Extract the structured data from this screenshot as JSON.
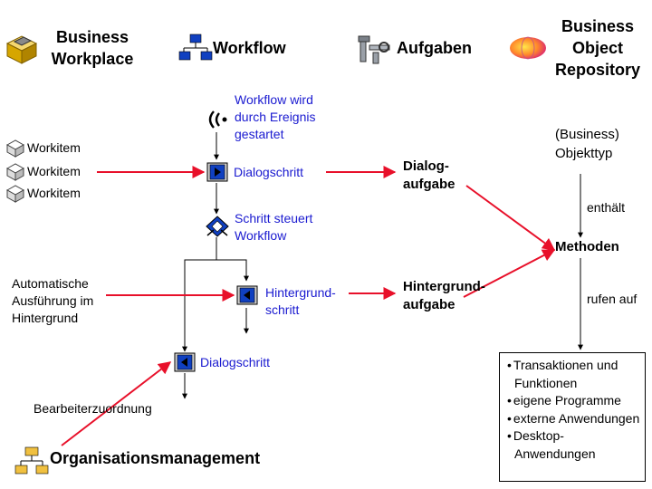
{
  "headers": {
    "business_workplace": [
      "Business",
      "Workplace"
    ],
    "workflow": "Workflow",
    "aufgaben": "Aufgaben",
    "bor": [
      "Business",
      "Object",
      "Repository"
    ]
  },
  "workitems": [
    "Workitem",
    "Workitem",
    "Workitem"
  ],
  "workflow_nodes": {
    "event_start": [
      "Workflow wird",
      "durch Ereignis",
      "gestartet"
    ],
    "dialog_step_1": "Dialogschritt",
    "control_step": [
      "Schritt steuert",
      "Workflow"
    ],
    "background_step": [
      "Hintergrund-",
      "schritt"
    ],
    "dialog_step_2": "Dialogschritt"
  },
  "auto_execution": [
    "Automatische",
    "Ausführung im",
    "Hintergrund"
  ],
  "agent_assignment": "Bearbeiterzuordnung",
  "org_management": "Organisationsmanagement",
  "tasks": {
    "dialog_task": [
      "Dialog-",
      "aufgabe"
    ],
    "background_task": [
      "Hintergrund-",
      "aufgabe"
    ]
  },
  "bor": {
    "object_type": [
      "(Business)",
      "Objekttyp"
    ],
    "contains": "enthält",
    "methods": "Methoden",
    "call": "rufen auf",
    "list": [
      "Transaktionen und Funktionen",
      "eigene Programme",
      "externe Anwendungen",
      "Desktop-Anwendungen"
    ]
  },
  "colors": {
    "arrow_red": "#e8102a",
    "text_blue": "#1a1ad0",
    "icon_blue": "#1040c0"
  },
  "icons": [
    "workplace-inbox-icon",
    "workflow-hierarchy-icon",
    "tasks-tools-icon",
    "bor-sphere-icon",
    "event-signal-icon",
    "dialog-step-icon",
    "control-step-icon",
    "org-chart-icon",
    "workitem-envelope-icon"
  ]
}
